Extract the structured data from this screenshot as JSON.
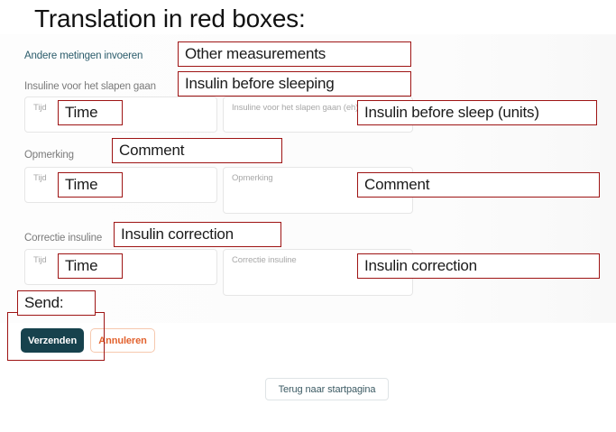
{
  "slide": {
    "title": "Translation in red boxes:"
  },
  "form": {
    "section_labels": [
      {
        "text": "Andere metingen invoeren",
        "accent": true
      },
      {
        "text": "Insuline voor het slapen gaan",
        "accent": false
      },
      {
        "text": "Opmerking",
        "accent": false
      },
      {
        "text": "Correctie insuline",
        "accent": false
      }
    ],
    "rows": [
      {
        "time_placeholder": "Tijd",
        "value_placeholder": "Insuline voor het slapen gaan (eh)",
        "time_value": "",
        "value_value": ""
      },
      {
        "time_placeholder": "Tijd",
        "value_placeholder": "Opmerking",
        "time_value": "",
        "value_value": ""
      },
      {
        "time_placeholder": "Tijd",
        "value_placeholder": "Correctie insuline",
        "time_value": "",
        "value_value": ""
      }
    ],
    "buttons": {
      "submit": "Verzenden",
      "cancel": "Annuleren",
      "home": "Terug naar startpagina"
    }
  },
  "annotations": {
    "other_measurements": "Other measurements",
    "insulin_before_sleeping": "Insulin before sleeping",
    "time_1": "Time",
    "insulin_before_sleep_units": "Insulin before sleep (units)",
    "comment_label": "Comment",
    "time_2": "Time",
    "comment_field": "Comment",
    "insulin_correction_label": "Insulin correction",
    "time_3": "Time",
    "insulin_correction_field": "Insulin correction",
    "send": "Send:"
  },
  "colors": {
    "annotation_red": "#9E1414",
    "primary_button": "#17424D",
    "cancel_text": "#E2622E",
    "accent_label": "#2B5C6B",
    "muted_label": "#7A7A7A"
  }
}
